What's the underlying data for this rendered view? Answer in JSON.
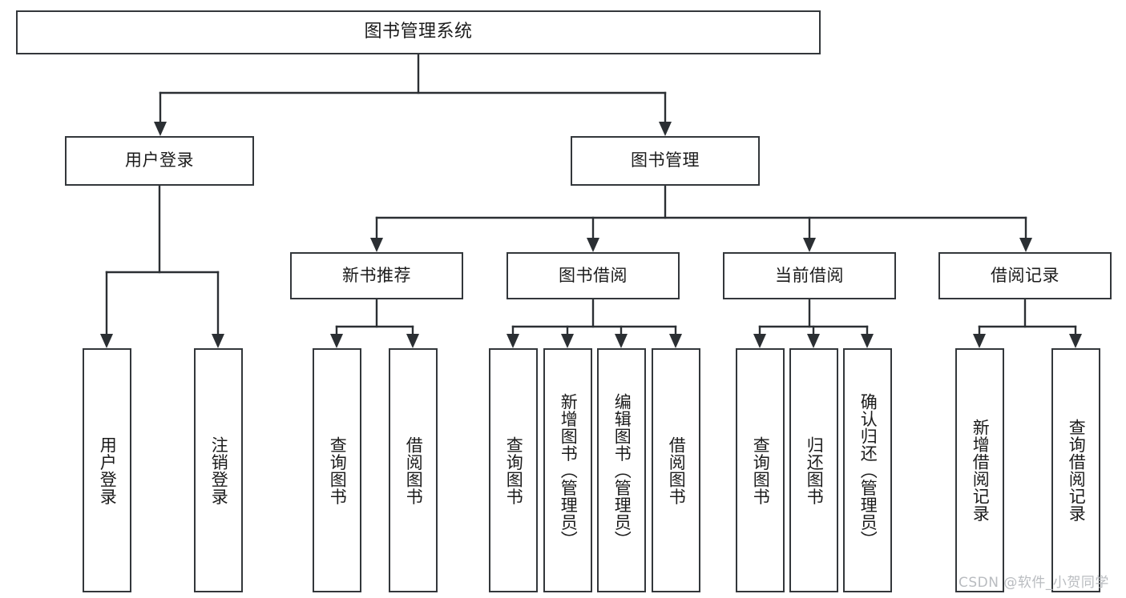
{
  "diagram": {
    "title": "图书管理系统",
    "type": "functional-structure-tree",
    "root": {
      "label": "图书管理系统"
    },
    "level2": [
      {
        "label": "用户登录"
      },
      {
        "label": "图书管理"
      }
    ],
    "level3": [
      {
        "label": "新书推荐"
      },
      {
        "label": "图书借阅"
      },
      {
        "label": "当前借阅"
      },
      {
        "label": "借阅记录"
      }
    ],
    "leaves": {
      "user_login": [
        {
          "label": "用户登录"
        },
        {
          "label": "注销登录"
        }
      ],
      "new_book_recommend": [
        {
          "label": "查询图书"
        },
        {
          "label": "借阅图书"
        }
      ],
      "book_borrow": [
        {
          "label": "查询图书"
        },
        {
          "label": "新增图书（管理员）"
        },
        {
          "label": "编辑图书（管理员）"
        },
        {
          "label": "借阅图书"
        }
      ],
      "current_borrow": [
        {
          "label": "查询图书"
        },
        {
          "label": "归还图书"
        },
        {
          "label": "确认归还（管理员）"
        }
      ],
      "borrow_record": [
        {
          "label": "新增借阅记录"
        },
        {
          "label": "查询借阅记录"
        }
      ]
    }
  },
  "watermark": {
    "text": "CSDN @软件_小贺同学"
  },
  "colors": {
    "stroke": "#2b2f33",
    "box_border": "#33373b",
    "text": "#1b1b1b",
    "background": "#ffffff",
    "watermark": "#b9bcc0"
  }
}
